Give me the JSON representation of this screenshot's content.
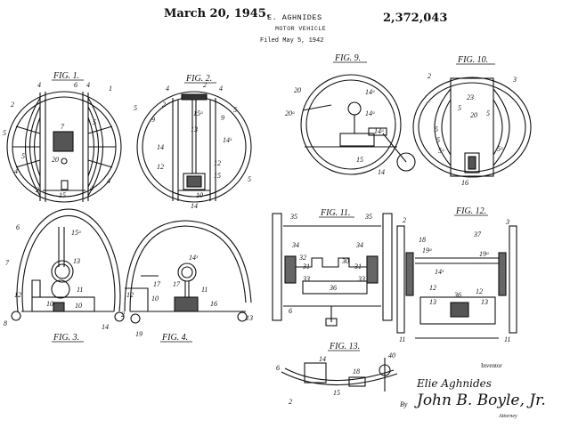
{
  "header": {
    "date": "March 20, 1945.",
    "inventor": "E. AGHNIDES",
    "patent_number": "2,372,043",
    "title": "MOTOR VEHICLE",
    "filed": "Filed May 5, 1942"
  },
  "figures": {
    "fig1": "FIG. 1.",
    "fig2": "FIG. 2.",
    "fig3": "FIG. 3.",
    "fig4": "FIG. 4.",
    "fig9": "FIG. 9.",
    "fig10": "FIG. 10.",
    "fig11": "FIG. 11.",
    "fig12": "FIG. 12.",
    "fig13": "FIG. 13."
  },
  "signature": {
    "inventor_label": "Inventor",
    "inventor_name": "Elie Aghnides",
    "by": "By",
    "attorney_signature": "John B. Boyle, Jr.",
    "attorney_label": "Attorney"
  }
}
